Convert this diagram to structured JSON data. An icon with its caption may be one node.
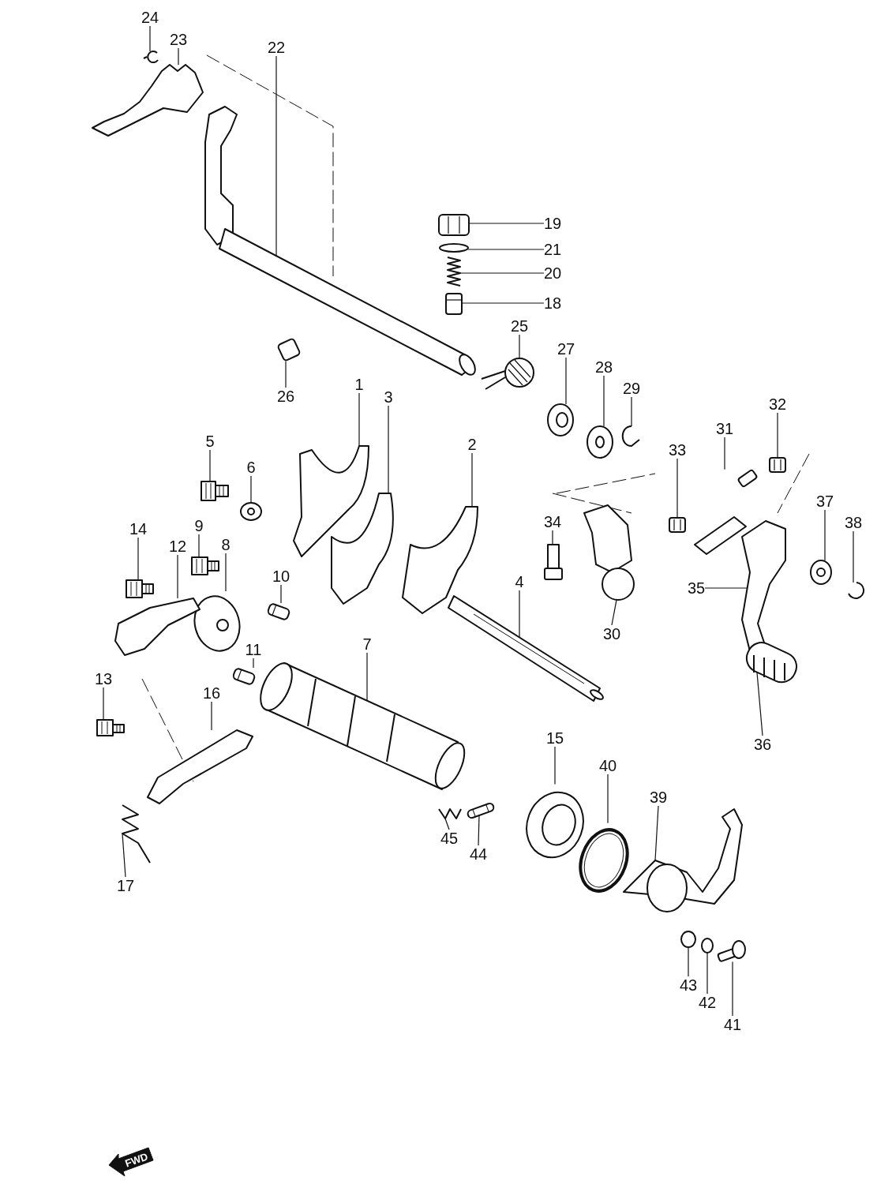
{
  "diagram": {
    "nodes": [
      {
        "text": [
          "24"
        ]
      },
      {
        "text": [
          "23"
        ]
      },
      {
        "text": [
          "22"
        ]
      },
      {
        "text": [
          "19"
        ]
      },
      {
        "text": [
          "21"
        ]
      },
      {
        "text": [
          "20"
        ]
      },
      {
        "text": [
          "18"
        ]
      },
      {
        "text": [
          "25"
        ]
      },
      {
        "text": [
          "27"
        ]
      },
      {
        "text": [
          "28"
        ]
      },
      {
        "text": [
          "1"
        ]
      },
      {
        "text": [
          "29"
        ]
      },
      {
        "text": [
          "26"
        ]
      },
      {
        "text": [
          "3"
        ]
      },
      {
        "text": [
          "32"
        ]
      },
      {
        "text": [
          "31"
        ]
      },
      {
        "text": [
          "5"
        ]
      },
      {
        "text": [
          "2"
        ]
      },
      {
        "text": [
          "33"
        ]
      },
      {
        "text": [
          "6"
        ]
      },
      {
        "text": [
          "37"
        ]
      },
      {
        "text": [
          "34"
        ]
      },
      {
        "text": [
          "38"
        ]
      },
      {
        "text": [
          "9"
        ]
      },
      {
        "text": [
          "14"
        ]
      },
      {
        "text": [
          "8"
        ]
      },
      {
        "text": [
          "12"
        ]
      },
      {
        "text": [
          "10"
        ]
      },
      {
        "text": [
          "4"
        ]
      },
      {
        "text": [
          "35"
        ]
      },
      {
        "text": [
          "30"
        ]
      },
      {
        "text": [
          "7"
        ]
      },
      {
        "text": [
          "11"
        ]
      },
      {
        "text": [
          "13"
        ]
      },
      {
        "text": [
          "16"
        ]
      },
      {
        "text": [
          "15"
        ]
      },
      {
        "text": [
          "36"
        ]
      },
      {
        "text": [
          "40"
        ]
      },
      {
        "text": [
          "39"
        ]
      },
      {
        "text": [
          "45"
        ]
      },
      {
        "text": [
          "44"
        ]
      },
      {
        "text": [
          "17"
        ]
      },
      {
        "text": [
          "43"
        ]
      },
      {
        "text": [
          "42"
        ]
      },
      {
        "text": [
          "41"
        ]
      },
      {
        "text": [],
        "shape": "picture"
      },
      {
        "text": [],
        "shape": "picture"
      },
      {
        "text": [],
        "shape": "picture"
      },
      {
        "text": [],
        "shape": "picture"
      },
      {
        "text": [],
        "shape": "picture"
      },
      {
        "text": [],
        "shape": "picture"
      },
      {
        "text": [],
        "shape": "picture"
      },
      {
        "text": [],
        "shape": "picture"
      },
      {
        "text": [],
        "shape": "picture"
      },
      {
        "text": [],
        "shape": "picture"
      },
      {
        "text": [],
        "shape": "picture"
      },
      {
        "text": [],
        "shape": "picture"
      },
      {
        "text": [],
        "shape": "picture"
      },
      {
        "text": [],
        "shape": "picture"
      },
      {
        "text": [],
        "shape": "picture"
      },
      {
        "text": [],
        "shape": "picture"
      },
      {
        "text": [],
        "shape": "picture"
      },
      {
        "text": [],
        "shape": "picture"
      },
      {
        "text": [],
        "shape": "picture"
      },
      {
        "text": [],
        "shape": "picture"
      },
      {
        "text": [],
        "shape": "picture"
      },
      {
        "text": [],
        "shape": "picture"
      },
      {
        "text": [],
        "shape": "picture"
      },
      {
        "text": [],
        "shape": "picture"
      },
      {
        "text": [],
        "shape": "picture"
      },
      {
        "text": [],
        "shape": "picture"
      },
      {
        "text": [],
        "shape": "picture"
      },
      {
        "text": [],
        "shape": "picture"
      },
      {
        "text": [],
        "shape": "picture"
      },
      {
        "text": [],
        "shape": "picture"
      },
      {
        "text": [],
        "shape": "picture"
      },
      {
        "text": [],
        "shape": "picture"
      },
      {
        "text": [],
        "shape": "picture"
      },
      {
        "text": [],
        "shape": "picture"
      },
      {
        "text": [],
        "shape": "picture"
      },
      {
        "text": [],
        "shape": "picture"
      },
      {
        "text": [],
        "shape": "picture"
      },
      {
        "text": [],
        "shape": "picture"
      },
      {
        "text": [],
        "shape": "picture"
      },
      {
        "text": [],
        "shape": "picture"
      },
      {
        "text": [],
        "shape": "picture"
      },
      {
        "text": [],
        "shape": "picture"
      },
      {
        "text": [],
        "shape": "picture"
      },
      {
        "text": [],
        "shape": "picture"
      },
      {
        "text": [],
        "shape": "picture"
      }
    ],
    "edges": [
      {
        "from": 0,
        "to": 45,
        "arrow": "none"
      },
      {
        "from": 1,
        "to": 46,
        "arrow": "none"
      },
      {
        "from": 2,
        "to": 47,
        "arrow": "none"
      },
      {
        "from": 3,
        "to": 48,
        "arrow": "none"
      },
      {
        "from": 4,
        "to": 49,
        "arrow": "none"
      },
      {
        "from": 5,
        "to": 50,
        "arrow": "none"
      },
      {
        "from": 6,
        "to": 51,
        "arrow": "none"
      },
      {
        "from": 7,
        "to": 52,
        "arrow": "none"
      },
      {
        "from": 8,
        "to": 53,
        "arrow": "none"
      },
      {
        "from": 9,
        "to": 54,
        "arrow": "none"
      },
      {
        "from": 10,
        "to": 55,
        "arrow": "none"
      },
      {
        "from": 11,
        "to": 56,
        "arrow": "none"
      },
      {
        "from": 12,
        "to": 57,
        "arrow": "none"
      },
      {
        "from": 13,
        "to": 58,
        "arrow": "none"
      },
      {
        "from": 14,
        "to": 59,
        "arrow": "none"
      },
      {
        "from": 15,
        "to": 60,
        "arrow": "none"
      },
      {
        "from": 16,
        "to": 61,
        "arrow": "none"
      },
      {
        "from": 17,
        "to": 62,
        "arrow": "none"
      },
      {
        "from": 18,
        "to": 63,
        "arrow": "none"
      },
      {
        "from": 19,
        "to": 64,
        "arrow": "none"
      },
      {
        "from": 20,
        "to": 65,
        "arrow": "none"
      },
      {
        "from": 21,
        "to": 66,
        "arrow": "none"
      },
      {
        "from": 22,
        "to": 67,
        "arrow": "none"
      },
      {
        "from": 23,
        "to": 68,
        "arrow": "none"
      },
      {
        "from": 24,
        "to": 69,
        "arrow": "none"
      },
      {
        "from": 25,
        "to": 70,
        "arrow": "none"
      },
      {
        "from": 26,
        "to": 71,
        "arrow": "none"
      },
      {
        "from": 27,
        "to": 72,
        "arrow": "none"
      },
      {
        "from": 28,
        "to": 73,
        "arrow": "none"
      },
      {
        "from": 29,
        "to": 74,
        "arrow": "none"
      },
      {
        "from": 30,
        "to": 75,
        "arrow": "none"
      },
      {
        "from": 31,
        "to": 76,
        "arrow": "none"
      },
      {
        "from": 32,
        "to": 77,
        "arrow": "none"
      },
      {
        "from": 33,
        "to": 78,
        "arrow": "none"
      },
      {
        "from": 34,
        "to": 79,
        "arrow": "none"
      },
      {
        "from": 35,
        "to": 80,
        "arrow": "none"
      },
      {
        "from": 36,
        "to": 81,
        "arrow": "none"
      },
      {
        "from": 37,
        "to": 82,
        "arrow": "none"
      },
      {
        "from": 38,
        "to": 83,
        "arrow": "none"
      },
      {
        "from": 39,
        "to": 84,
        "arrow": "none"
      },
      {
        "from": 40,
        "to": 85,
        "arrow": "none"
      },
      {
        "from": 41,
        "to": 86,
        "arrow": "none"
      },
      {
        "from": 42,
        "to": 87,
        "arrow": "none"
      },
      {
        "from": 43,
        "to": 88,
        "arrow": "none"
      },
      {
        "from": 44,
        "to": 89,
        "arrow": "none"
      }
    ],
    "labels": [
      "FWD"
    ]
  }
}
